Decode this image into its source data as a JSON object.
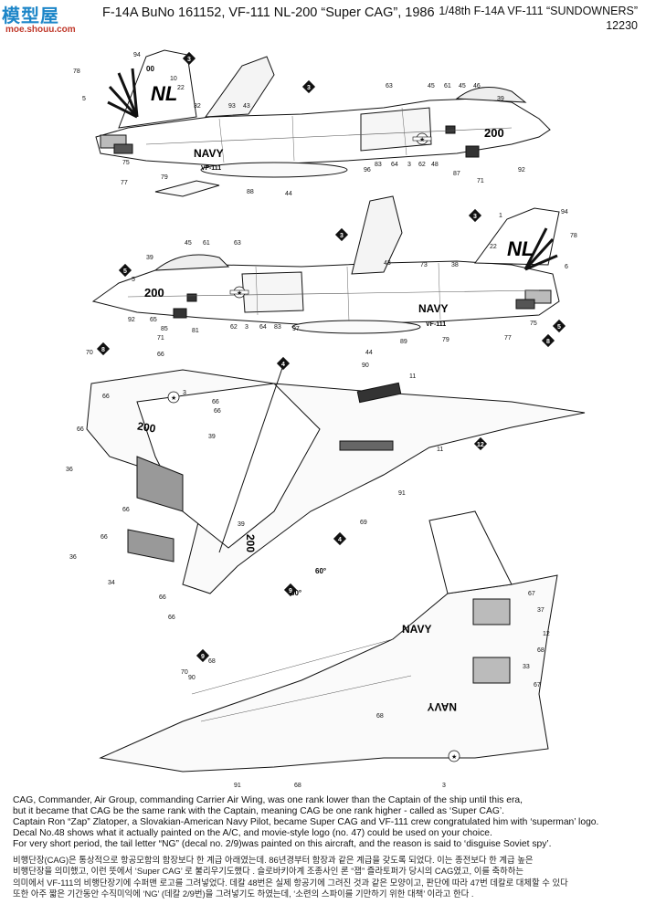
{
  "header": {
    "title": "F-14A BuNo 161152, VF-111 NL-200 “Super CAG”, 1986",
    "kit": "1/48th F-14A VF-111  “SUNDOWNERS”",
    "number": "12230"
  },
  "watermark": {
    "logo": "模型屋",
    "url": "moe.shouu.com"
  },
  "markings": {
    "tail_code": "NL",
    "modex": "200",
    "navy": "NAVY",
    "squadron": "VF-111",
    "tail_number": "00"
  },
  "callouts": {
    "side_upper": [
      "94",
      "78",
      "10",
      "22",
      "5",
      "32",
      "93",
      "43",
      "63",
      "45",
      "61",
      "45",
      "46",
      "39",
      "75",
      "77",
      "79",
      "88",
      "44",
      "96",
      "83",
      "64",
      "3",
      "62",
      "48",
      "87",
      "71",
      "92"
    ],
    "side_lower": [
      "94",
      "78",
      "1",
      "22",
      "6",
      "39",
      "45",
      "61",
      "63",
      "43",
      "73",
      "38",
      "5",
      "92",
      "65",
      "85",
      "71",
      "81",
      "62",
      "3",
      "64",
      "83",
      "97",
      "44",
      "89",
      "79",
      "77",
      "75"
    ],
    "top_view": [
      "70",
      "66",
      "66",
      "66",
      "3",
      "66",
      "90",
      "11",
      "11",
      "66",
      "39",
      "36",
      "91",
      "66",
      "39",
      "69",
      "66",
      "36",
      "34",
      "66",
      "66",
      "70"
    ],
    "bottom_view": [
      "67",
      "37",
      "12",
      "68",
      "68",
      "33",
      "67",
      "68",
      "90",
      "91",
      "68",
      "3"
    ],
    "decal_angles": [
      "60°",
      "60°"
    ],
    "step_numbers": [
      "3",
      "3",
      "3",
      "3",
      "4",
      "4",
      "5",
      "5",
      "8",
      "8",
      "9",
      "9",
      "12"
    ]
  },
  "notes": {
    "english": [
      "CAG, Commander, Air Group, commanding Carrier Air Wing, was one rank lower than the Captain of the ship until this era,",
      "but it became that CAG be the same rank with the Captain, meaning CAG be one rank higher - called as ‘Super CAG’.",
      "Captain Ron “Zap” Zlatoper, a Slovakian-American Navy Pilot, became Super CAG and VF-111 crew congratulated him with ‘superman’ logo.",
      "Decal No.48 shows what it actually painted on the A/C, and movie-style logo (no. 47) could be used on your choice.",
      "For very short period, the tail letter “NG” (decal no. 2/9)was painted on this aircraft, and the reason is said to ‘disguise Soviet spy’."
    ],
    "korean": [
      "비행단장(CAG)은 통상적으로 항공모함의 함장보다 한 계급 아래였는데. 86년경부터 함장과 같은 계급을 갖도록 되었다. 이는 종전보다 한 계급 높은",
      "비행단장을 의미했고, 이런 뜻에서 ‘Super CAG’ 로 불리우기도했다 . 슬로바키아계 조종사인 론 “잽” 즐라토퍼가 당시의 CAG였고, 이를 축하하는",
      "의미에서 VF-111의 비행단장기에 수퍼맨 로고를 그려넣었다. 데칼 48번은 실제 항공기에 그려진 것과 같은 모양이고, 판단에 따라 47번 데칼로 대체할 수 있다",
      "또한 아주 짧은 기간동안 수직미익에 ‘NG’ (데칼 2/9번)을 그려넣기도 하였는데, ‘소련의 스파이를 기만하기 위한 대책’ 이라고 한다 ."
    ]
  }
}
